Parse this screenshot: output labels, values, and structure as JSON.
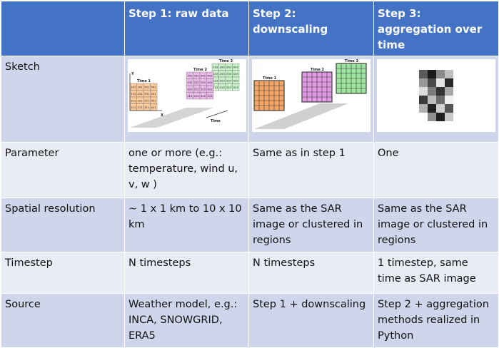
{
  "header": {
    "col0": "",
    "col1": "Step 1: raw data",
    "col2": "Step 2: downscaling",
    "col3": "Step 3: aggregation over time"
  },
  "rows": [
    {
      "label": "Sketch",
      "c1": "",
      "c2": "",
      "c3": ""
    },
    {
      "label": "Parameter",
      "c1": "one or more (e.g.: temperature, wind u, v, w )",
      "c2": "Same as in step 1",
      "c3": "One"
    },
    {
      "label": "Spatial resolution",
      "c1": "~ 1 x 1 km to 10 x 10 km",
      "c2": "Same as the SAR image or clustered in regions",
      "c3": "Same as the SAR image or clustered in regions"
    },
    {
      "label": "Timestep",
      "c1": "N timesteps",
      "c2": "N timesteps",
      "c3": "1 timestep, same time as SAR image"
    },
    {
      "label": "Source",
      "c1": "Weather model, e.g.: INCA, SNOWGRID, ERA5",
      "c2": "Step 1 + downscaling",
      "c3": "Step 2 + aggregation methods realized in Python"
    }
  ],
  "sketch1": {
    "time1": "Time 1",
    "time2": "Time 2",
    "time3": "Time 3",
    "axis_x": "X",
    "axis_y": "Y",
    "axis_time": "Time",
    "grid1": [
      [
        "141",
        "241",
        "341",
        "441"
      ],
      [
        "131",
        "231",
        "331",
        "431"
      ],
      [
        "121",
        "221",
        "321",
        "421"
      ],
      [
        "111",
        "211",
        "311",
        "411"
      ]
    ],
    "grid2": [
      [
        "142",
        "242",
        "342",
        "442"
      ],
      [
        "132",
        "232",
        "332",
        "432"
      ],
      [
        "122",
        "222",
        "322",
        "422"
      ],
      [
        "112",
        "212",
        "312",
        "412"
      ]
    ],
    "grid3": [
      [
        "143",
        "243",
        "343",
        "443"
      ],
      [
        "133",
        "233",
        "333",
        "433"
      ],
      [
        "123",
        "223",
        "323",
        "423"
      ],
      [
        "113",
        "213",
        "313",
        "413"
      ]
    ],
    "colors": {
      "t1": "#f9c99a",
      "t2": "#e9b8e8",
      "t3": "#c8efc8"
    }
  },
  "sketch2": {
    "time1": "Time 1",
    "time2": "Time 2",
    "time3": "Time 3",
    "colors": {
      "t1": "#f4a766",
      "t2": "#e29ce5",
      "t3": "#9ee6a0"
    }
  },
  "sketch3": {
    "cells": [
      [
        "#5a5a5a",
        "#1a1a1a",
        "#8a8a8a",
        "#c0c0c0"
      ],
      [
        "#9a9a9a",
        "#4a4a4a",
        "#e6e6e6",
        "#2a2a2a"
      ],
      [
        "#dddddd",
        "#7a7a7a",
        "#333333",
        "#a8a8a8"
      ],
      [
        "#3a3a3a",
        "#bdbdbd",
        "#6b6b6b",
        "#f0f0f0"
      ],
      [
        "#b0b0b0",
        "#222222",
        "#cfcfcf",
        "#555555"
      ],
      [
        "#ffffff",
        "#8f8f8f",
        "#1f1f1f",
        "#c8c8c8"
      ]
    ]
  }
}
